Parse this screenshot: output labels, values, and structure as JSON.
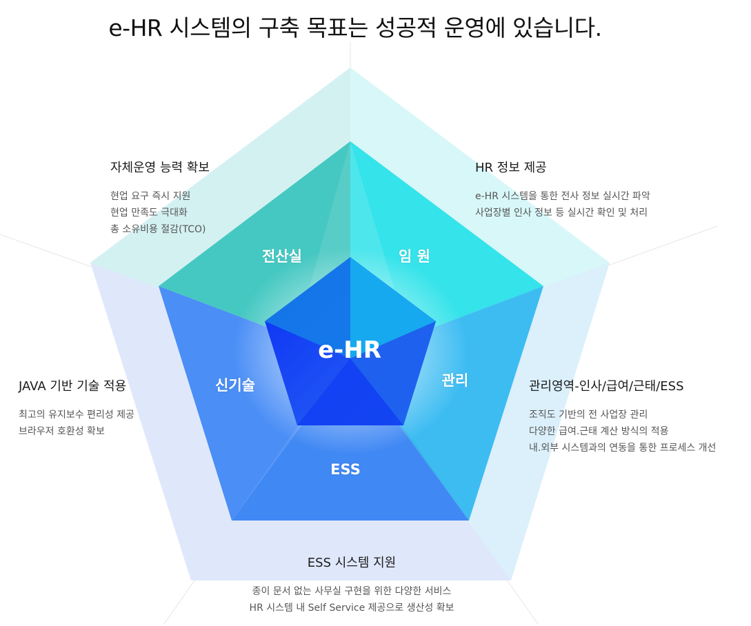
{
  "title": "e-HR  시스템의 구축 목표는 성공적 운영에 있습니다.",
  "core_label": "e-HR",
  "pentagon_labels": {
    "top_left": "전산실",
    "top_right": "임 원",
    "right": "관리",
    "bottom": "ESS",
    "left": "신기술"
  },
  "blocks": {
    "self_ops": {
      "heading": "자체운영 능력 확보",
      "lines": [
        "현업 요구 즉시 지원",
        "현업 만족도 극대화",
        "총 소유비용 절감(TCO)"
      ]
    },
    "hr_info": {
      "heading": "HR 정보 제공",
      "lines": [
        "e-HR 시스템을 통한 전사 정보 실시간 파악",
        "사업장별 인사 정보 등 실시간 확인 및 처리"
      ]
    },
    "java": {
      "heading": "JAVA 기반 기술 적용",
      "lines": [
        "최고의 유지보수 편리성 제공",
        "브라우저 호환성 확보"
      ]
    },
    "mgmt": {
      "heading": "관리영역-인사/급여/근태/ESS",
      "lines": [
        "조직도 기반의 전 사업장 관리",
        "다양한 급여.근태 계산 방식의 적용",
        "내.외부 시스템과의 연동을 통한 프로세스 개선"
      ]
    },
    "ess": {
      "heading": "ESS 시스템 지원",
      "lines": [
        "종이 문서 없는 사무실 구현을 위한 다양한 서비스",
        "HR 시스템 내 Self Service 제공으로 생산성 확보"
      ]
    }
  },
  "colors": {
    "outer_left": "#dfe8fb",
    "outer_right": "#d8f7f8",
    "teal": "#3fc8c2",
    "cyan": "#35e6ec",
    "blue": "#3f86f4",
    "sky": "#3dbdf2",
    "core_blue": "#1b3df5",
    "core_cyan": "#1fc3f3"
  }
}
